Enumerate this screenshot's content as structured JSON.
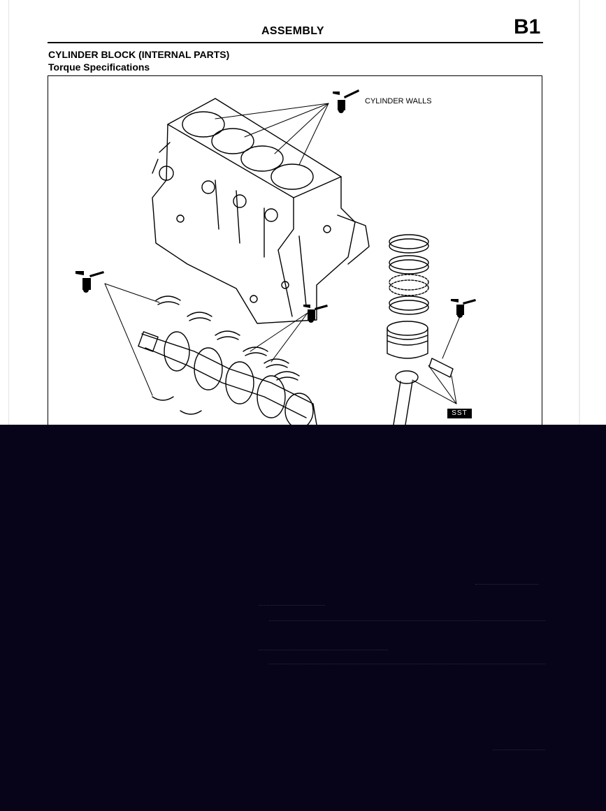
{
  "header": {
    "title": "ASSEMBLY",
    "section_code": "B1"
  },
  "document": {
    "title": "CYLINDER BLOCK (INTERNAL PARTS)",
    "subtitle": "Torque Specifications"
  },
  "figure": {
    "callouts": {
      "cylinder_walls": "CYLINDER WALLS",
      "sst": "SST"
    },
    "icons": [
      "oil-can-icon",
      "oil-can-icon",
      "oil-can-icon",
      "oil-can-icon"
    ]
  },
  "colors": {
    "ink": "#000000",
    "paper": "#ffffff",
    "obscured_overlay": "#070419"
  }
}
